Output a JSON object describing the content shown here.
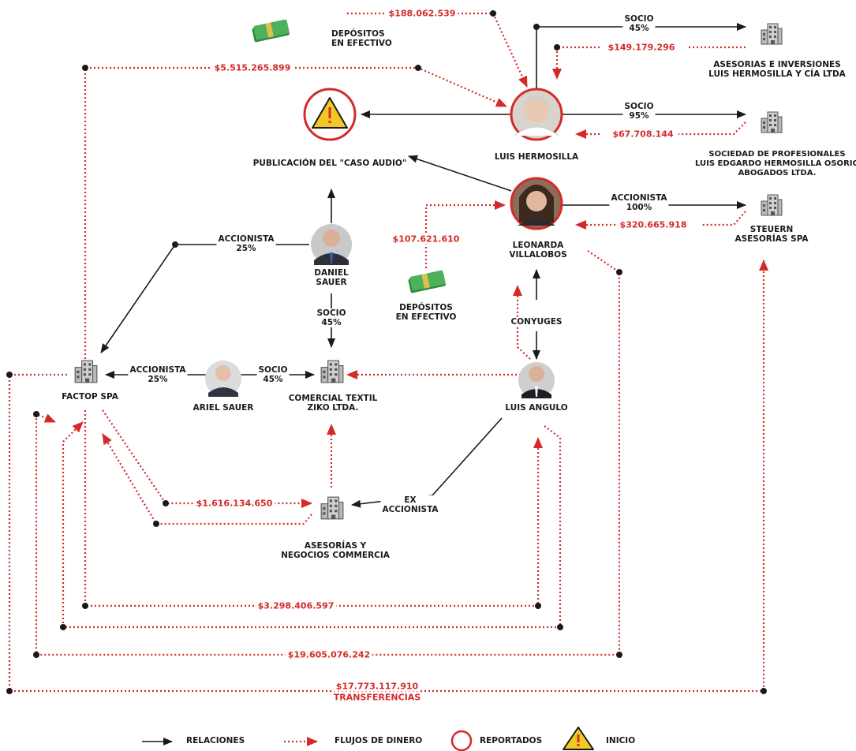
{
  "entities": {
    "luis_hermosilla": "LUIS HERMOSILLA",
    "asesorias_inversiones": "ASESORIAS E INVERSIONES\nLUIS HERMOSILLA Y CÍA LTDA",
    "sociedad_profesionales": "SOCIEDAD DE PROFESIONALES\nLUIS EDGARDO HERMOSILLA OSORIO\nABOGADOS LTDA.",
    "steuern": "STEUERN\nASESORÍAS SPA",
    "leonarda": "LEONARDA\nVILLALOBOS",
    "publicacion": "PUBLICACIÓN DEL \"CASO AUDIO\"",
    "daniel_sauer": "DANIEL\nSAUER",
    "ariel_sauer": "ARIEL SAUER",
    "factop": "FACTOP SPA",
    "comercial_textil": "COMERCIAL TEXTIL\nZIKO LTDA.",
    "luis_angulo": "LUIS ANGULO",
    "asesorias_negocios": "ASESORÍAS Y\nNEGOCIOS COMMERCIA",
    "depositos_1": "DEPÓSITOS\nEN EFECTIVO",
    "depositos_2": "DEPÓSITOS\nEN EFECTIVO"
  },
  "relations": {
    "socio_45_top": "SOCIO\n45%",
    "socio_95": "SOCIO\n95%",
    "accionista_100": "ACCIONISTA\n100%",
    "accionista_25_daniel": "ACCIONISTA\n25%",
    "socio_45_daniel": "SOCIO\n45%",
    "accionista_25_ariel": "ACCIONISTA\n25%",
    "socio_45_ariel": "SOCIO\n45%",
    "conyuges": "CONYUGES",
    "ex_accionista": "EX\nACCIONISTA"
  },
  "amounts": {
    "a1": "$188.062.539",
    "a2": "$149.179.296",
    "a3": "$5.515.265.899",
    "a4": "$67.708.144",
    "a5": "$107.621.610",
    "a6": "$320.665.918",
    "a7": "$1.616.134.650",
    "a8": "$3.298.406.597",
    "a9": "$19.605.076.242",
    "a10": "$17.773.117.910",
    "transferencias": "TRANSFERENCIAS"
  },
  "legend": {
    "relaciones": "RELACIONES",
    "flujos": "FLUJOS DE DINERO",
    "reportados": "REPORTADOS",
    "inicio": "INICIO"
  },
  "colors": {
    "money_flow": "#d42a2a",
    "relation": "#1a1a1a",
    "building": "#b9b9b9",
    "cash": "#3fa34d"
  }
}
